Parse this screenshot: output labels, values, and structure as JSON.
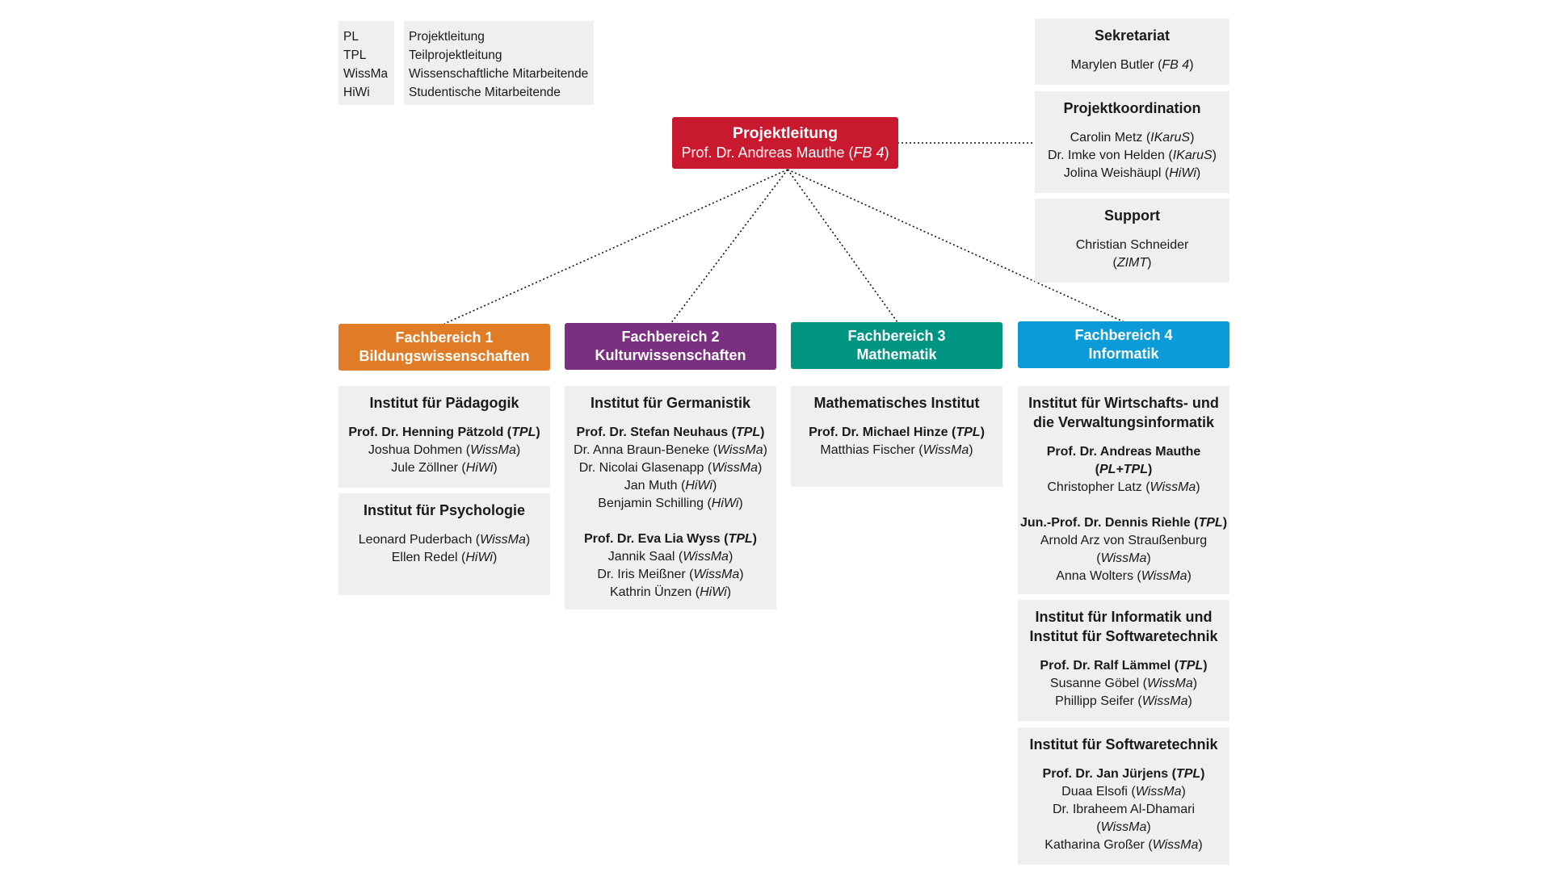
{
  "legend": [
    {
      "abbr": "PL",
      "text": "Projektleitung"
    },
    {
      "abbr": "TPL",
      "text": "Teilprojektleitung"
    },
    {
      "abbr": "WissMa",
      "text": "Wissenschaftliche Mitarbeitende"
    },
    {
      "abbr": "HiWi",
      "text": "Studentische Mitarbeitende"
    }
  ],
  "projektleitung": {
    "title": "Projektleitung",
    "name": "Prof. Dr. Andreas Mauthe",
    "open": " (",
    "affil": "FB 4",
    "close": ")"
  },
  "sekretariat": {
    "title": "Sekretariat",
    "name": "Marylen Butler",
    "open": " (",
    "affil": "FB 4",
    "close": ")"
  },
  "koordination": {
    "title": "Projektkoordination",
    "people": [
      {
        "name": "Carolin Metz",
        "open": " (",
        "role": "IKaruS",
        "close": ")"
      },
      {
        "name": "Dr. Imke von Helden",
        "open": " (",
        "role": "IKaruS",
        "close": ")"
      },
      {
        "name": "Jolina Weishäupl",
        "open": " (",
        "role": "HiWi",
        "close": ")"
      }
    ]
  },
  "support": {
    "title": "Support",
    "name": "Christian Schneider",
    "open": "(",
    "affil": "ZIMT",
    "close": ")"
  },
  "colors": {
    "pl": "#c8192f",
    "fb1": "#e07b26",
    "fb2": "#7a2f80",
    "fb3": "#009483",
    "fb4": "#0a9bd8",
    "box": "#efefef"
  },
  "fb1": {
    "line1": "Fachbereich 1",
    "line2": "Bildungswissenschaften",
    "inst1": {
      "title": "Institut für Pädagogik",
      "lead_name": "Prof. Dr. Henning Pätzold",
      "lead_role": "TPL",
      "open": " (",
      "close": ")",
      "people": [
        {
          "name": "Joshua Dohmen",
          "open": " (",
          "role": "WissMa",
          "close": ")"
        },
        {
          "name": "Jule Zöllner",
          "open": " (",
          "role": "HiWi",
          "close": ")"
        }
      ]
    },
    "inst2": {
      "title": "Institut für Psychologie",
      "people": [
        {
          "name": "Leonard Puderbach",
          "open": " (",
          "role": "WissMa",
          "close": ")"
        },
        {
          "name": "Ellen Redel",
          "open": " (",
          "role": "HiWi",
          "close": ")"
        }
      ]
    }
  },
  "fb2": {
    "line1": "Fachbereich 2",
    "line2": "Kulturwissenschaften",
    "inst1": {
      "title": "Institut für Germanistik",
      "lead1_name": "Prof. Dr. Stefan Neuhaus",
      "lead1_role": "TPL",
      "people1": [
        {
          "name": "Dr. Anna Braun-Beneke",
          "open": " (",
          "role": "WissMa",
          "close": ")"
        },
        {
          "name": "Dr. Nicolai Glasenapp",
          "open": " (",
          "role": "WissMa",
          "close": ")"
        },
        {
          "name": "Jan Muth",
          "open": " (",
          "role": "HiWi",
          "close": ")"
        },
        {
          "name": "Benjamin Schilling",
          "open": " (",
          "role": "HiWi",
          "close": ")"
        }
      ],
      "lead2_name": "Prof. Dr. Eva Lia Wyss",
      "lead2_role": "TPL",
      "people2": [
        {
          "name": "Jannik Saal",
          "open": " (",
          "role": "WissMa",
          "close": ")"
        },
        {
          "name": "Dr. Iris Meißner",
          "open": " (",
          "role": "WissMa",
          "close": ")"
        },
        {
          "name": "Kathrin Ünzen",
          "open": " (",
          "role": "HiWi",
          "close": ")"
        }
      ],
      "open": " (",
      "close": ")"
    }
  },
  "fb3": {
    "line1": "Fachbereich 3",
    "line2": "Mathematik",
    "inst1": {
      "title": "Mathematisches Institut",
      "lead_name": "Prof. Dr. Michael Hinze",
      "lead_role": "TPL",
      "open": " (",
      "close": ")",
      "people": [
        {
          "name": "Matthias Fischer",
          "open": " (",
          "role": "WissMa",
          "close": ")"
        }
      ]
    }
  },
  "fb4": {
    "line1": "Fachbereich 4",
    "line2": "Informatik",
    "inst1": {
      "title1": "Institut für Wirtschafts- und",
      "title2": "die Verwaltungsinformatik",
      "lead1_name": "Prof. Dr. Andreas Mauthe",
      "lead1_role": "PL+TPL",
      "open": "(",
      "close": ")",
      "people1": [
        {
          "name": "Christopher Latz",
          "open": " (",
          "role": "WissMa",
          "close": ")"
        }
      ],
      "lead2_name": "Jun.-Prof. Dr. Dennis Riehle",
      "lead2_role": "TPL",
      "open2": " (",
      "person2a_name": "Arnold Arz von Straußenburg",
      "person2a_role": "WissMa",
      "people2": [
        {
          "name": "Anna Wolters",
          "open": " (",
          "role": "WissMa",
          "close": ")"
        }
      ]
    },
    "inst2": {
      "title1": "Institut für Informatik und",
      "title2": "Institut für Softwaretechnik",
      "lead_name": "Prof. Dr. Ralf Lämmel",
      "lead_role": "TPL",
      "open": " (",
      "close": ")",
      "people": [
        {
          "name": "Susanne Göbel",
          "open": " (",
          "role": "WissMa",
          "close": ")"
        },
        {
          "name": "Phillipp Seifer",
          "open": " (",
          "role": "WissMa",
          "close": ")"
        }
      ]
    },
    "inst3": {
      "title": "Institut für Softwaretechnik",
      "lead_name": "Prof. Dr. Jan Jürjens",
      "lead_role": "TPL",
      "open": " (",
      "close": ")",
      "person_a": {
        "name": "Duaa Elsofi",
        "open": " (",
        "role": "WissMa",
        "close": ")"
      },
      "person_b_name": "Dr. Ibraheem Al-Dhamari",
      "person_b_role": "WissMa",
      "person_c": {
        "name": "Katharina Großer",
        "open": " (",
        "role": "WissMa",
        "close": ")"
      }
    }
  }
}
